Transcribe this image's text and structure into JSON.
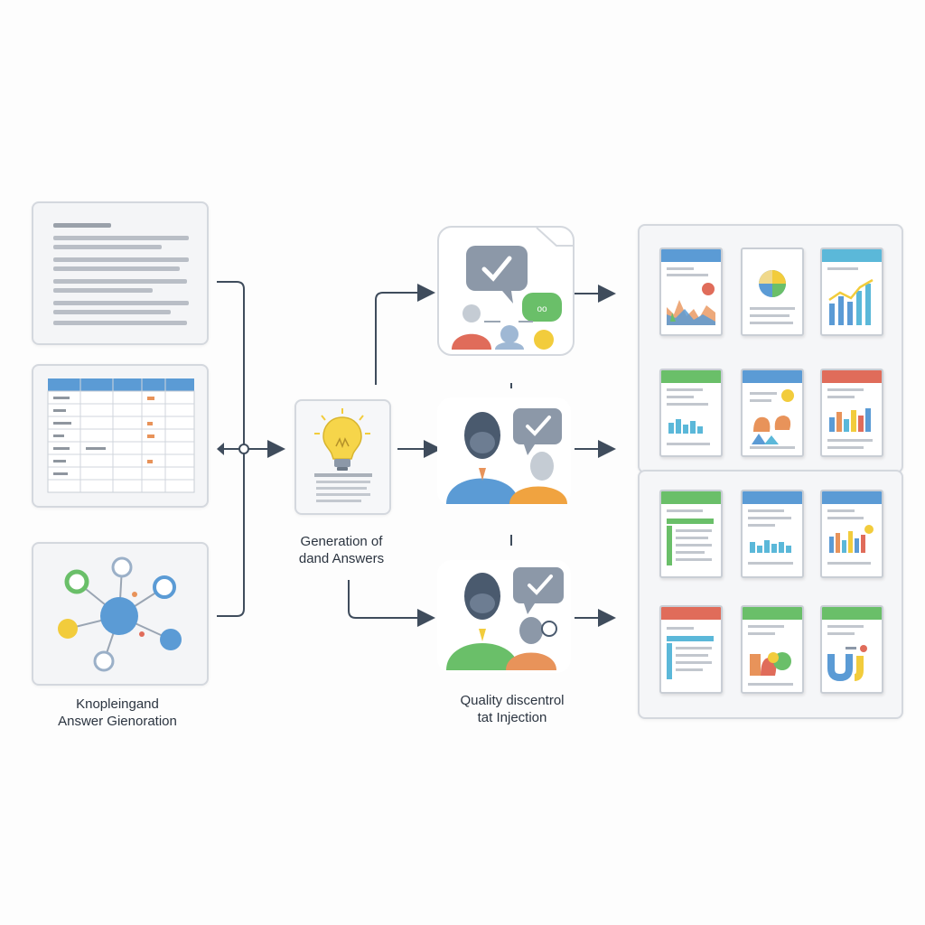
{
  "captions": {
    "sources": [
      "Knopleingand",
      "Answer Gienoration"
    ],
    "generation": [
      "Generation of",
      "dand Answers"
    ],
    "quality": [
      "Quality discentrol",
      "tat Injection"
    ]
  },
  "sources": {
    "items": [
      "text-document",
      "spreadsheet-table",
      "knowledge-graph"
    ]
  },
  "quality_reviews": [
    "chat-review",
    "expert-review",
    "pair-review"
  ],
  "output_panels": {
    "upper_count": 6,
    "lower_count": 6
  },
  "colors": {
    "blue": "#5b9bd5",
    "green": "#6abf69",
    "orange": "#e8935a",
    "yellow": "#f2cc3c",
    "red": "#e06c5a",
    "connector": "#3f4c5c"
  }
}
